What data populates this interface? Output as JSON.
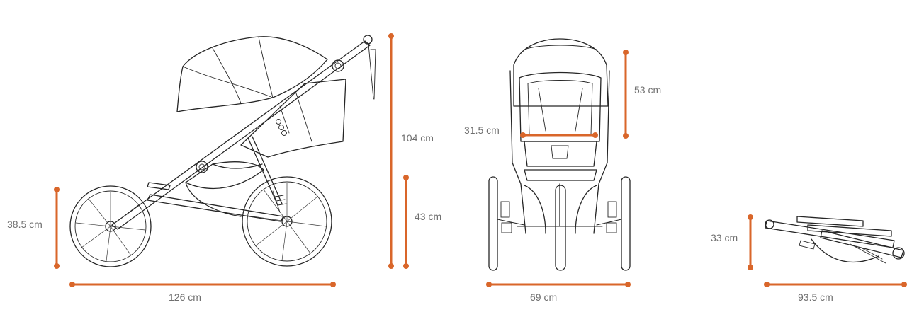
{
  "colors": {
    "dimension": "#d9662a",
    "drawing": "#262626",
    "label": "#6f6f6f"
  },
  "side_view": {
    "length": "126 cm",
    "height": "104 cm",
    "handle_height": "43 cm",
    "wheel_height": "38.5 cm"
  },
  "front_view": {
    "width": "69 cm",
    "seat_width": "31.5 cm",
    "backrest_height": "53 cm"
  },
  "folded_view": {
    "length": "93.5 cm",
    "height": "33 cm"
  }
}
